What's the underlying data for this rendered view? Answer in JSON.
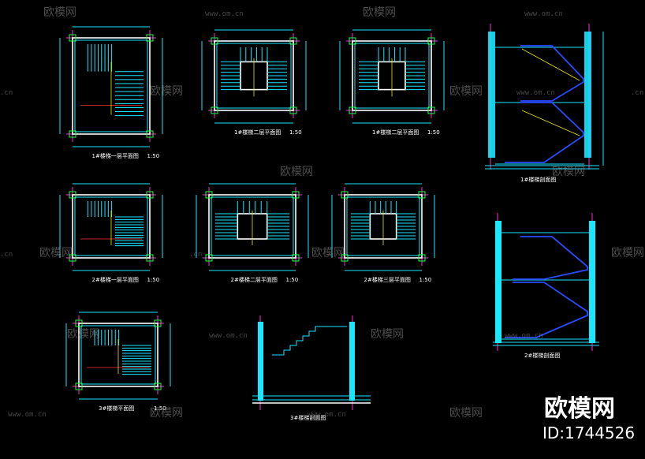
{
  "watermark": {
    "brand_cn": "欧模网",
    "url": "www.om.cn",
    "url_partial": ".cn",
    "id_label": "ID:1744526"
  },
  "drawing_titles": {
    "plan_1_floor": "1#楼梯一层平面图",
    "plan_1_typical": "1#楼梯二层平面图",
    "section_1": "1#楼梯剖面图",
    "plan_2_floor": "2#楼梯一层平面图",
    "plan_2_typical": "2#楼梯二层平面图",
    "plan_2_top": "2#楼梯三层平面图",
    "section_2": "2#楼梯剖面图",
    "plan_3": "3#楼梯平面图",
    "section_3": "3#楼梯剖面图",
    "scale": "1:50"
  },
  "colors": {
    "background": "#000000",
    "walls": "#ffffff",
    "axis_lines": "#ff2bd6",
    "dimensions": "#19e6ff",
    "columns": "#21ff4b",
    "handrail": "#e6e600",
    "section_stair": "#2a4bff",
    "watermark": "#8a8a8a"
  }
}
